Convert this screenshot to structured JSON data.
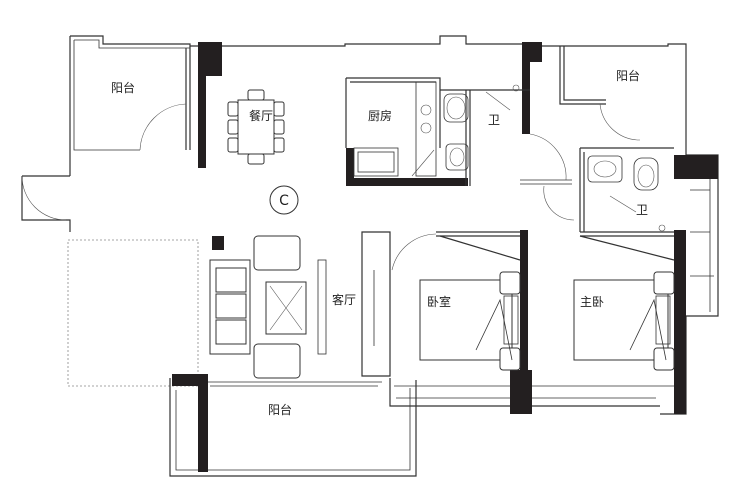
{
  "plan": {
    "type_label": "C",
    "rooms": {
      "balcony_nw": "阳台",
      "dining": "餐厅",
      "kitchen": "厨房",
      "bath_top": "卫",
      "balcony_ne": "阳台",
      "bath_right": "卫",
      "living": "客厅",
      "bedroom": "卧室",
      "master_bedroom": "主卧",
      "balcony_bottom": "阳台"
    }
  }
}
